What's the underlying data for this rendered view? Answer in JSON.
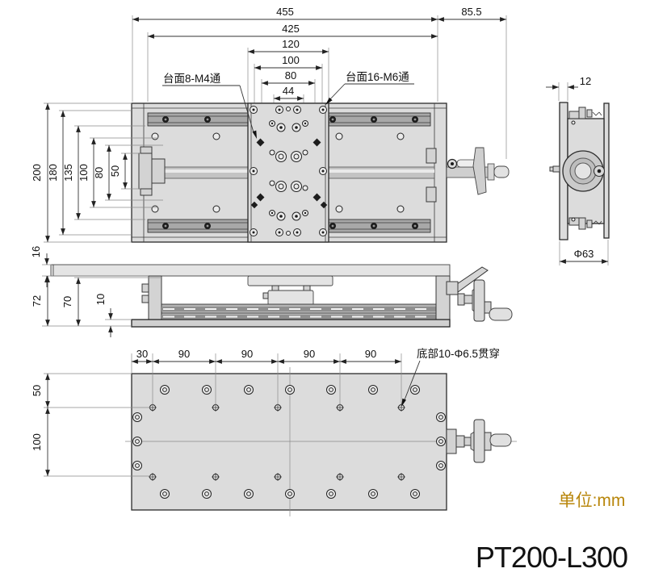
{
  "title": "PT200-L300",
  "unit_note": "单位:mm",
  "colors": {
    "annotation_gold": "#b8860b",
    "line": "#2b2b2b"
  },
  "top_view": {
    "h_dims": [
      "455",
      "425",
      "120",
      "100",
      "80",
      "44"
    ],
    "offset_dim": "85.5",
    "v_dims": [
      "200",
      "180",
      "135",
      "100",
      "80",
      "50"
    ],
    "label_m4": "台面8-M4通",
    "label_m6": "台面16-M6通"
  },
  "side_view": {
    "top_dim": "12",
    "dia_dim": "Φ63"
  },
  "front_view": {
    "v_dims": [
      "16",
      "72",
      "70",
      "10"
    ]
  },
  "bottom_view": {
    "h_dims": [
      "30",
      "90",
      "90",
      "90",
      "90"
    ],
    "v_dims": [
      "50",
      "100"
    ],
    "label_holes": "底部10-Φ6.5贯穿"
  }
}
